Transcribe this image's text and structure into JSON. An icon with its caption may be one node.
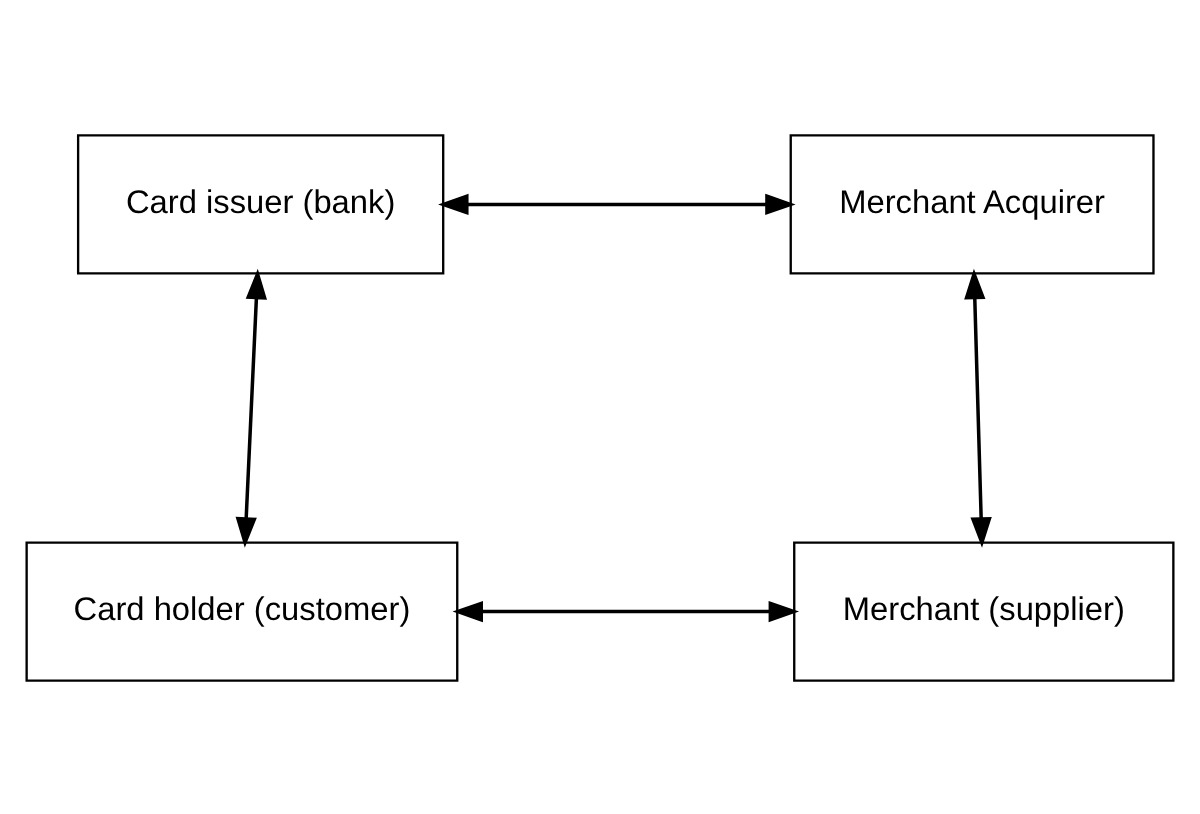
{
  "diagram": {
    "nodes": [
      {
        "text": [
          "Card issuer (bank)"
        ]
      },
      {
        "text": [
          "Merchant Acquirer"
        ]
      },
      {
        "text": [
          "Card holder (customer)"
        ]
      },
      {
        "text": [
          "Merchant (supplier)"
        ]
      }
    ],
    "edges": [
      {
        "from": 0,
        "to": 1,
        "arrow": "both"
      },
      {
        "from": 0,
        "to": 2,
        "arrow": "both"
      },
      {
        "from": 1,
        "to": 3,
        "arrow": "both"
      },
      {
        "from": 2,
        "to": 3,
        "arrow": "both"
      }
    ]
  }
}
